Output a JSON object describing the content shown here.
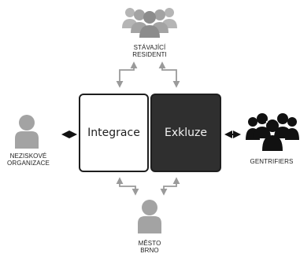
{
  "boxes": {
    "integrace": "Integrace",
    "exkluze": "Exkluze"
  },
  "actors": {
    "top": {
      "line1": "STÁVAJÍCÍ",
      "line2": "RESIDENTI"
    },
    "left": {
      "line1": "NEZISKOVÉ",
      "line2": "ORGANIZACE"
    },
    "right": {
      "line1": "GENTRIFIERS"
    },
    "bottom": {
      "line1": "MĚSTO",
      "line2": "BRNO"
    }
  },
  "colors": {
    "grey_people": "#a3a3a3",
    "grey_people_dark": "#8c8c8c",
    "black_people": "#111111",
    "dark_box": "#2f2f2f",
    "arrow_grey": "#9a9a9a",
    "arrow_black": "#111111"
  },
  "icons": {
    "top": "people-group-icon",
    "left": "person-icon",
    "right": "people-group-icon",
    "bottom": "person-icon"
  }
}
